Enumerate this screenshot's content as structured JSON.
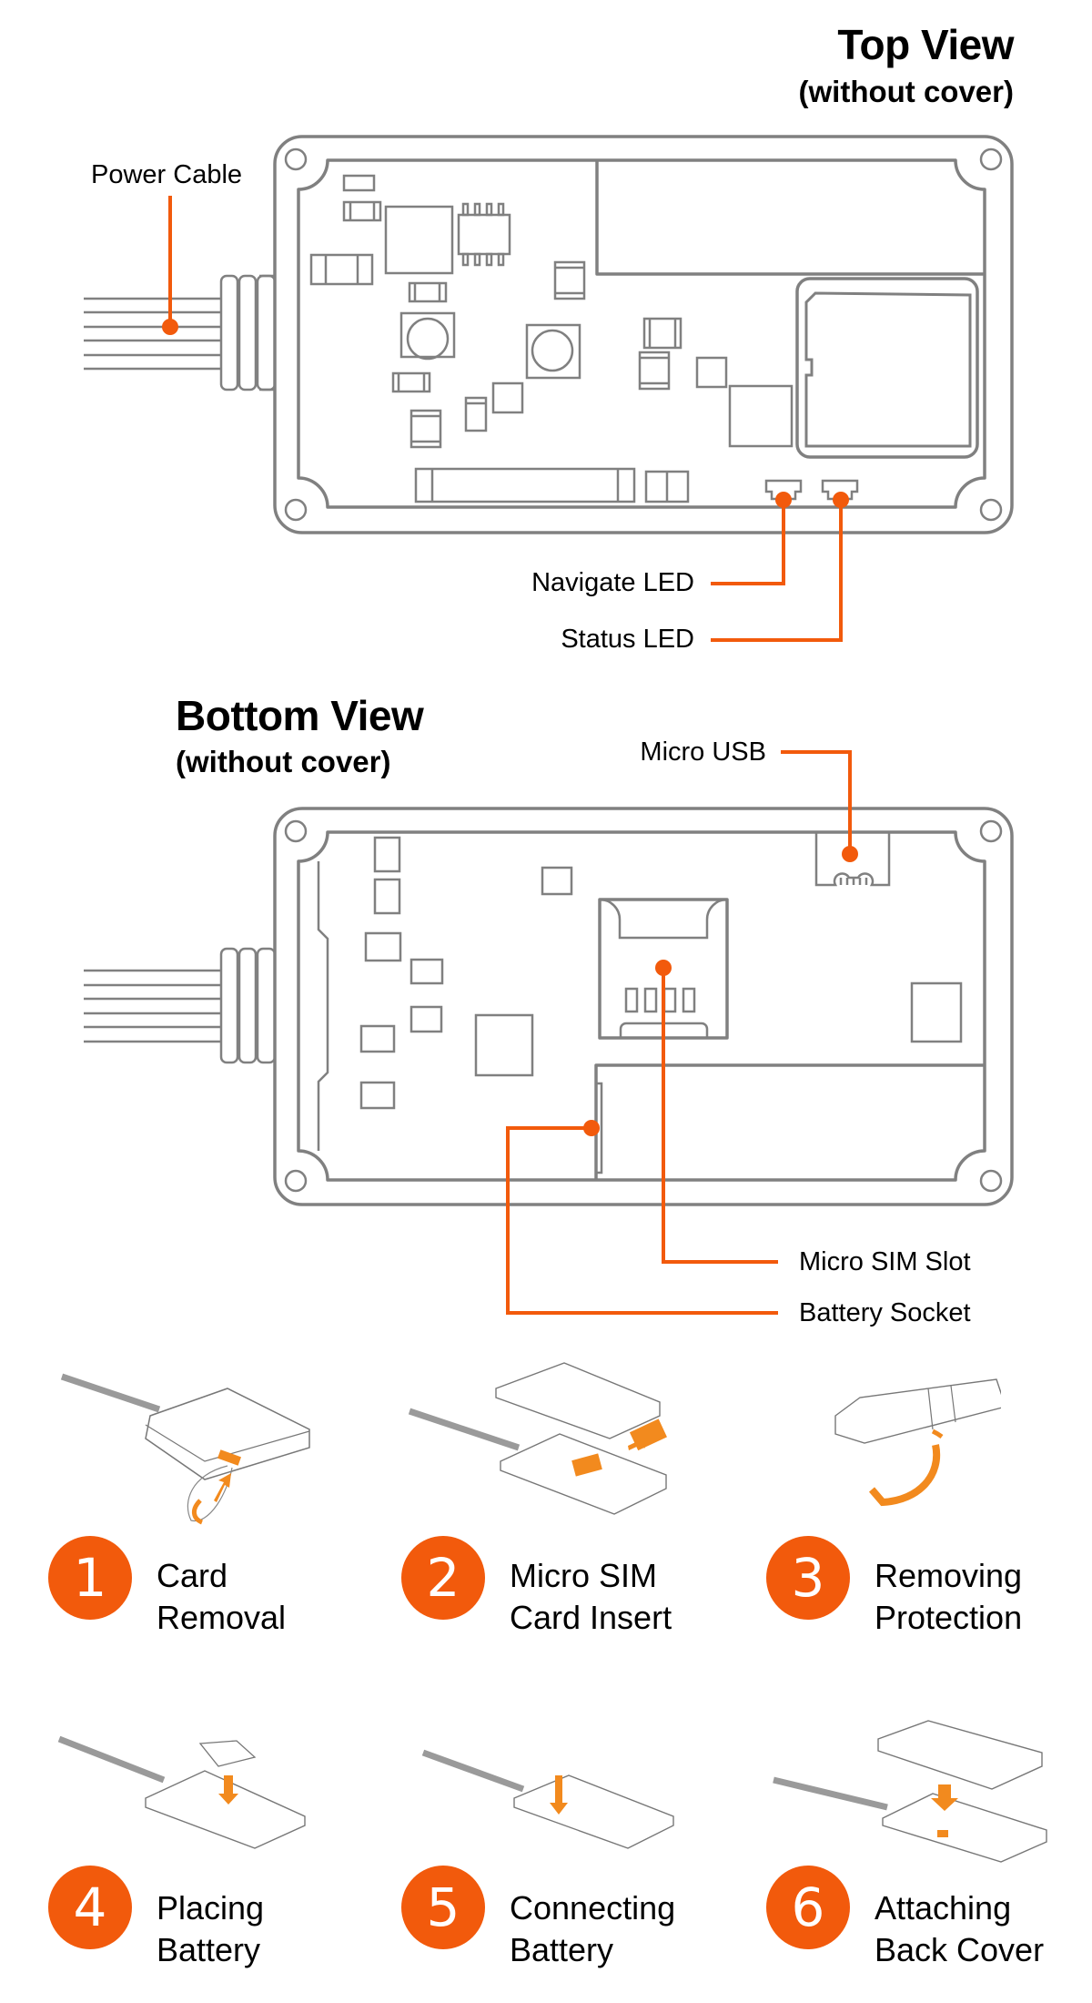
{
  "top_view": {
    "title": "Top View",
    "subtitle": "(without cover)",
    "callouts": {
      "power_cable": "Power Cable",
      "navigate_led": "Navigate LED",
      "status_led": "Status LED"
    }
  },
  "bottom_view": {
    "title": "Bottom View",
    "subtitle": "(without cover)",
    "callouts": {
      "micro_usb": "Micro USB",
      "micro_sim_slot": "Micro SIM Slot",
      "battery_socket": "Battery Socket"
    }
  },
  "steps": [
    {
      "number": "1",
      "line1": "Card",
      "line2": "Removal"
    },
    {
      "number": "2",
      "line1": "Micro SIM",
      "line2": "Card Insert"
    },
    {
      "number": "3",
      "line1": "Removing",
      "line2": "Protection"
    },
    {
      "number": "4",
      "line1": "Placing",
      "line2": "Battery"
    },
    {
      "number": "5",
      "line1": "Connecting",
      "line2": "Battery"
    },
    {
      "number": "6",
      "line1": "Attaching",
      "line2": "Back Cover"
    }
  ],
  "colors": {
    "accent": "#f25a0c",
    "outline": "#808080",
    "text": "#000000"
  }
}
